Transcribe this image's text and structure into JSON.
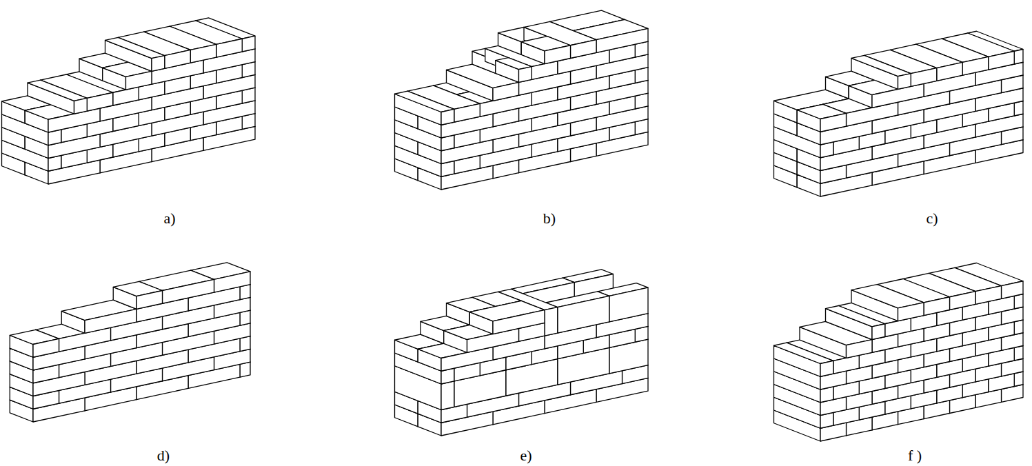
{
  "diagram": {
    "labels": [
      "a)",
      "b)",
      "c)",
      "d)",
      "e)",
      "f )"
    ]
  }
}
